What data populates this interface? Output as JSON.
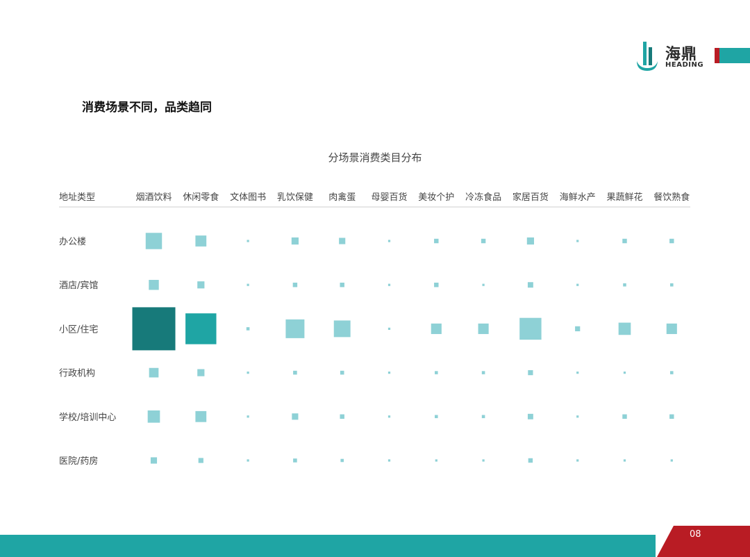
{
  "header": {
    "logo_cn": "海鼎",
    "logo_en": "HEADING"
  },
  "slide_title": "消费场景不同，品类趋同",
  "page_number": "08",
  "colors": {
    "accent_teal": "#1fa5a4",
    "accent_red": "#b91c24",
    "cell_light": "#8ed1d6",
    "cell_mid": "#1fa5a4",
    "cell_dark": "#177a7a"
  },
  "chart_data": {
    "type": "heatmap",
    "title": "分场景消费类目分布",
    "corner_label": "地址类型",
    "x_categories": [
      "烟酒饮料",
      "休闲零食",
      "文体图书",
      "乳饮保健",
      "肉禽蛋",
      "母婴百货",
      "美妆个护",
      "冷冻食品",
      "家居百货",
      "海鲜水产",
      "果蔬鲜花",
      "餐饮熟食"
    ],
    "y_categories": [
      "办公楼",
      "酒店/宾馆",
      "小区/住宅",
      "行政机构",
      "学校/培训中心",
      "医院/药房"
    ],
    "values": [
      [
        5.3,
        2.4,
        0.1,
        1.0,
        0.8,
        0.1,
        0.4,
        0.4,
        1.0,
        0.1,
        0.4,
        0.4
      ],
      [
        2.0,
        1.0,
        0.1,
        0.4,
        0.4,
        0.1,
        0.4,
        0.1,
        0.6,
        0.1,
        0.2,
        0.2
      ],
      [
        37.0,
        19.0,
        0.2,
        7.0,
        5.5,
        0.1,
        2.2,
        2.2,
        9.5,
        0.5,
        3.0,
        2.2
      ],
      [
        1.8,
        1.0,
        0.1,
        0.3,
        0.3,
        0.1,
        0.2,
        0.2,
        0.5,
        0.1,
        0.1,
        0.2
      ],
      [
        3.0,
        2.4,
        0.1,
        0.8,
        0.4,
        0.1,
        0.2,
        0.2,
        0.6,
        0.1,
        0.4,
        0.4
      ],
      [
        0.8,
        0.5,
        0.1,
        0.3,
        0.2,
        0.1,
        0.1,
        0.1,
        0.4,
        0.1,
        0.1,
        0.1
      ]
    ],
    "legend": "none",
    "grid": false
  }
}
